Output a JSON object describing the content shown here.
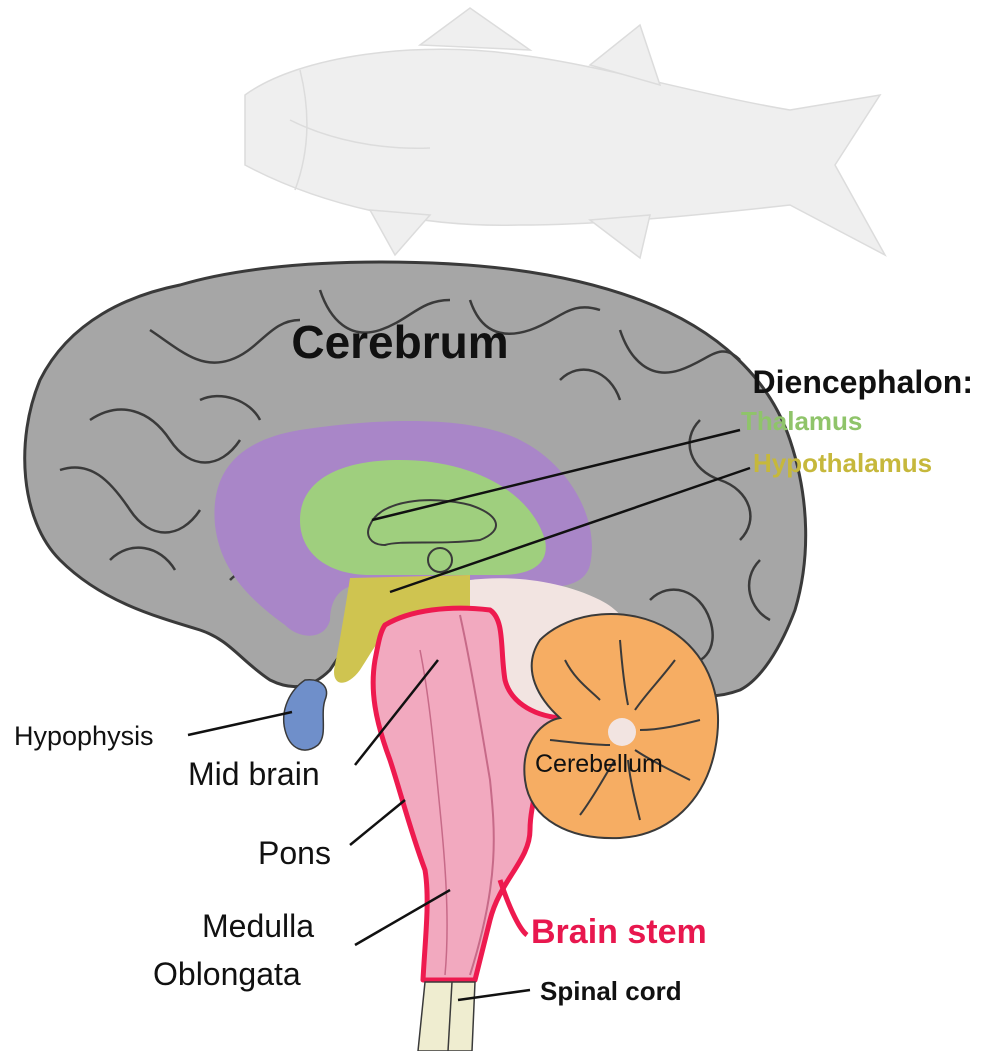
{
  "labels": {
    "cerebrum": "Cerebrum",
    "diencephalon": "Diencephalon:",
    "thalamus": "Thalamus",
    "hypothalamus": "Hypothalamus",
    "hypophysis": "Hypophysis",
    "mid_brain": "Mid brain",
    "pons": "Pons",
    "medulla": "Medulla",
    "oblongata": "Oblongata",
    "cerebellum": "Cerebellum",
    "brain_stem": "Brain stem",
    "spinal_cord": "Spinal cord"
  },
  "colors": {
    "cerebrum": "#a6a6a6",
    "cerebrum_outline": "#3a3a3a",
    "corpus_callosum": "#a986c8",
    "thalamus": "#9fcf7e",
    "hypothalamus": "#cfc450",
    "hypophysis": "#6f8fca",
    "brain_stem_fill": "#f2a9bf",
    "brain_stem_outline": "#ee1a4f",
    "cerebellum": "#f6ad63",
    "spinal_cord": "#efedd0",
    "thalamus_text": "#8fc46a",
    "hypothalamus_text": "#c6b83c",
    "brain_stem_text": "#e8174e",
    "watermark": "#e9e9e9"
  }
}
